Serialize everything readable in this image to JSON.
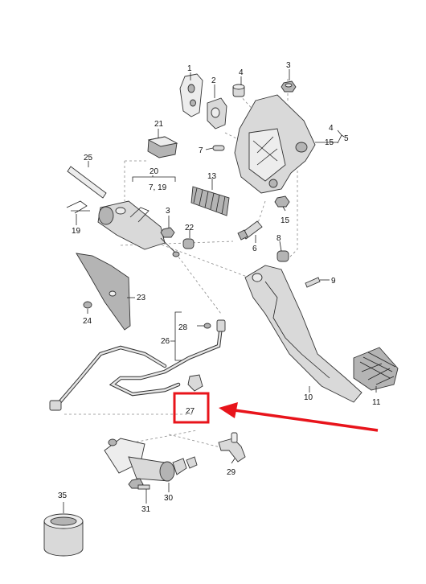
{
  "diagram": {
    "labels": {
      "p1": "1",
      "p2": "2",
      "p3a": "3",
      "p4a": "4",
      "p4b": "4",
      "p5": "5",
      "p6": "6",
      "p7": "7",
      "p8": "8",
      "p9": "9",
      "p10": "10",
      "p11": "11",
      "p13": "13",
      "p15a": "15",
      "p15b": "15",
      "p19": "19",
      "p20": "20",
      "p7_19": "7, 19",
      "p21": "21",
      "p22": "22",
      "p23": "23",
      "p24": "24",
      "p25": "25",
      "p26": "26",
      "p28": "28",
      "p29": "29",
      "p30": "30",
      "p31": "31",
      "p35": "35",
      "p3b": "3",
      "p27": "27"
    },
    "highlight": {
      "color": "#e8141b",
      "label": "27"
    }
  }
}
